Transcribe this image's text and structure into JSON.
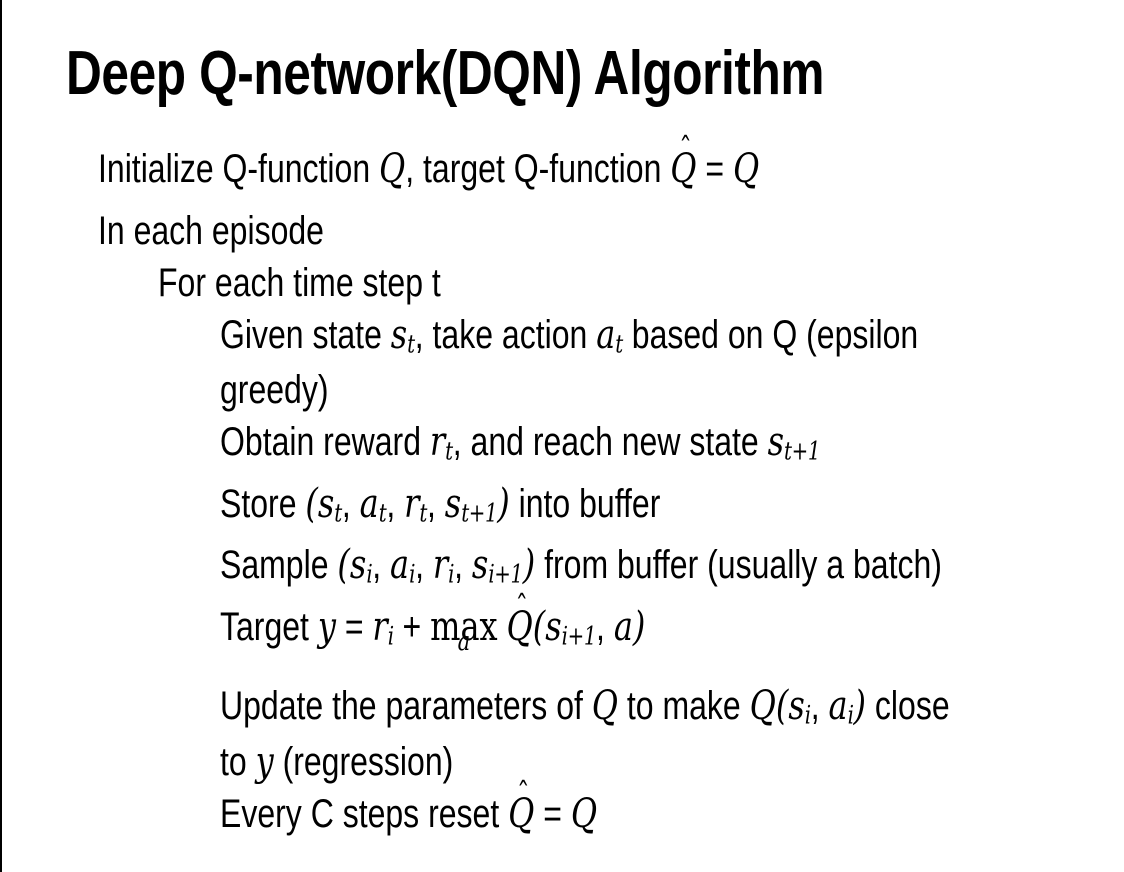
{
  "slide": {
    "title": "Deep Q-network(DQN) Algorithm",
    "bullets": [
      {
        "level": 1,
        "segments": [
          {
            "k": "t",
            "x": "Initialize Q-function "
          },
          {
            "k": "m",
            "x": "Q"
          },
          {
            "k": "t",
            "x": ", target Q-function "
          },
          {
            "k": "hat",
            "x": "Q"
          },
          {
            "k": "t",
            "x": " = "
          },
          {
            "k": "m",
            "x": "Q"
          }
        ]
      },
      {
        "level": 1,
        "segments": [
          {
            "k": "t",
            "x": "In each episode"
          }
        ]
      },
      {
        "level": 2,
        "segments": [
          {
            "k": "t",
            "x": "For each time step t"
          }
        ]
      },
      {
        "level": 3,
        "segments": [
          {
            "k": "t",
            "x": "Given state "
          },
          {
            "k": "v",
            "b": "s",
            "s": "t"
          },
          {
            "k": "t",
            "x": ", take action "
          },
          {
            "k": "v",
            "b": "a",
            "s": "t"
          },
          {
            "k": "t",
            "x": " based on Q (epsilon"
          },
          {
            "k": "br"
          },
          {
            "k": "t",
            "x": "greedy)"
          }
        ]
      },
      {
        "level": 3,
        "segments": [
          {
            "k": "t",
            "x": "Obtain reward "
          },
          {
            "k": "v",
            "b": "r",
            "s": "t"
          },
          {
            "k": "t",
            "x": ", and reach new state "
          },
          {
            "k": "v",
            "b": "s",
            "s": "t+1"
          }
        ]
      },
      {
        "level": 3,
        "segments": [
          {
            "k": "t",
            "x": "Store "
          },
          {
            "k": "m",
            "x": "("
          },
          {
            "k": "v",
            "b": "s",
            "s": "t"
          },
          {
            "k": "t",
            "x": ", "
          },
          {
            "k": "v",
            "b": "a",
            "s": "t"
          },
          {
            "k": "t",
            "x": ", "
          },
          {
            "k": "v",
            "b": "r",
            "s": "t"
          },
          {
            "k": "t",
            "x": ", "
          },
          {
            "k": "v",
            "b": "s",
            "s": "t+1"
          },
          {
            "k": "m",
            "x": ")"
          },
          {
            "k": "t",
            "x": " into buffer"
          }
        ]
      },
      {
        "level": 3,
        "segments": [
          {
            "k": "t",
            "x": "Sample "
          },
          {
            "k": "m",
            "x": "("
          },
          {
            "k": "v",
            "b": "s",
            "s": "i"
          },
          {
            "k": "t",
            "x": ", "
          },
          {
            "k": "v",
            "b": "a",
            "s": "i"
          },
          {
            "k": "t",
            "x": ", "
          },
          {
            "k": "v",
            "b": "r",
            "s": "i"
          },
          {
            "k": "t",
            "x": ", "
          },
          {
            "k": "v",
            "b": "s",
            "s": "i+1"
          },
          {
            "k": "m",
            "x": ")"
          },
          {
            "k": "t",
            "x": " from buffer (usually a batch)"
          }
        ]
      },
      {
        "level": 3,
        "segments": [
          {
            "k": "t",
            "x": "Target "
          },
          {
            "k": "m",
            "x": "y"
          },
          {
            "k": "t",
            "x": " = "
          },
          {
            "k": "v",
            "b": "r",
            "s": "i"
          },
          {
            "k": "t",
            "x": " + "
          },
          {
            "k": "mu",
            "x": "max",
            "u": "a"
          },
          {
            "k": "t",
            "x": " "
          },
          {
            "k": "hat",
            "x": "Q"
          },
          {
            "k": "m",
            "x": "("
          },
          {
            "k": "v",
            "b": "s",
            "s": "i+1"
          },
          {
            "k": "t",
            "x": ", "
          },
          {
            "k": "m",
            "x": "a"
          },
          {
            "k": "m",
            "x": ")"
          }
        ]
      },
      {
        "level": 3,
        "segments": [
          {
            "k": "t",
            "x": "Update the parameters of "
          },
          {
            "k": "m",
            "x": "Q"
          },
          {
            "k": "t",
            "x": " to make "
          },
          {
            "k": "m",
            "x": "Q"
          },
          {
            "k": "m",
            "x": "("
          },
          {
            "k": "v",
            "b": "s",
            "s": "i"
          },
          {
            "k": "t",
            "x": ", "
          },
          {
            "k": "v",
            "b": "a",
            "s": "i"
          },
          {
            "k": "m",
            "x": ")"
          },
          {
            "k": "t",
            "x": " close"
          },
          {
            "k": "br"
          },
          {
            "k": "t",
            "x": "to "
          },
          {
            "k": "m",
            "x": "y"
          },
          {
            "k": "t",
            "x": " (regression)"
          }
        ]
      },
      {
        "level": 3,
        "segments": [
          {
            "k": "t",
            "x": "Every C steps reset "
          },
          {
            "k": "hat",
            "x": "Q"
          },
          {
            "k": "t",
            "x": " = "
          },
          {
            "k": "m",
            "x": "Q"
          }
        ]
      }
    ]
  },
  "glyphs": {
    "hat_accent": "ˆ",
    "bullet_marker": "•"
  },
  "colors": {
    "background": "#ffffff",
    "text": "#000000",
    "left_border": "#000000"
  }
}
